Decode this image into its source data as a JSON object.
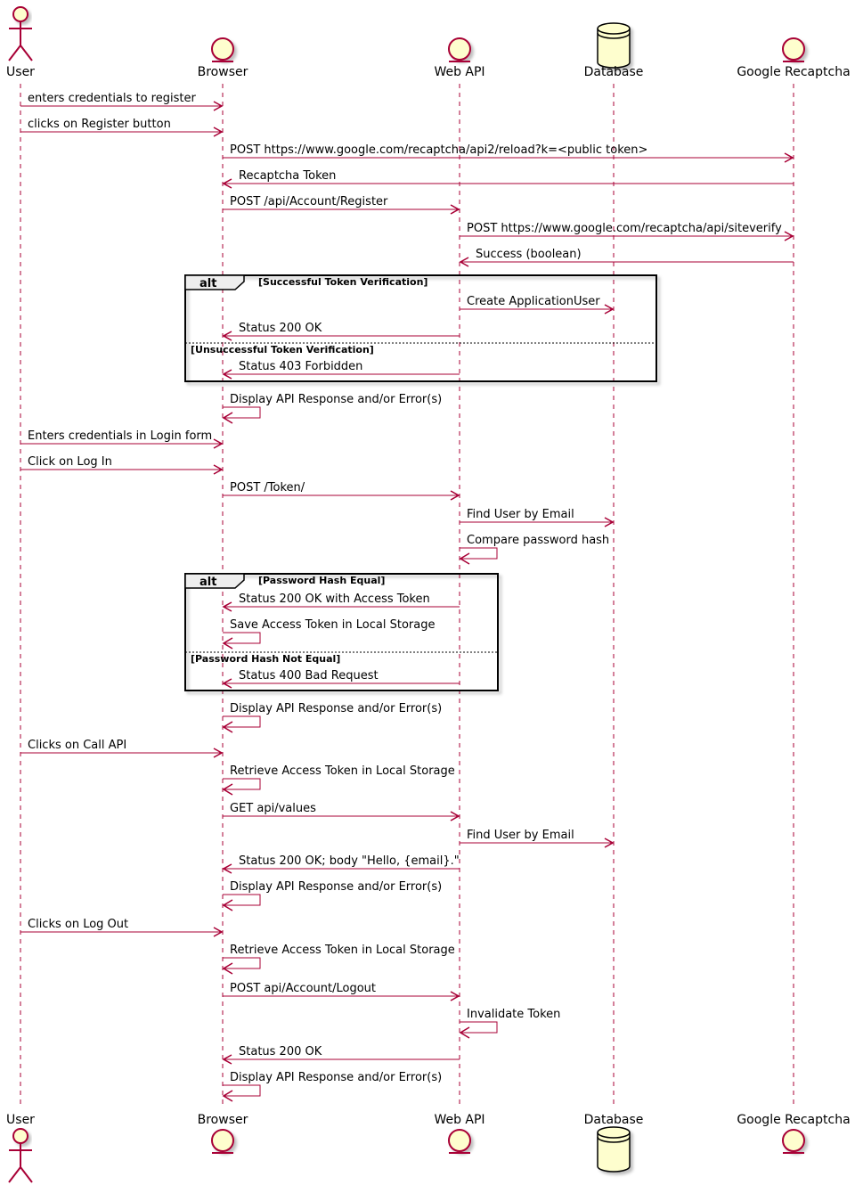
{
  "colors": {
    "arrow": "#A80036",
    "participant_fill": "#FEFECE",
    "lifeline": "#A80036",
    "frame": "#000000",
    "shadow": "#CCCCCC"
  },
  "participants": [
    {
      "id": "user",
      "label": "User",
      "kind": "actor"
    },
    {
      "id": "browser",
      "label": "Browser",
      "kind": "entity"
    },
    {
      "id": "webapi",
      "label": "Web API",
      "kind": "entity"
    },
    {
      "id": "database",
      "label": "Database",
      "kind": "database"
    },
    {
      "id": "recaptcha",
      "label": "Google Recaptcha",
      "kind": "entity"
    }
  ],
  "messages": [
    {
      "from": "user",
      "to": "browser",
      "label": "enters credentials to register"
    },
    {
      "from": "user",
      "to": "browser",
      "label": "clicks on Register button"
    },
    {
      "from": "browser",
      "to": "recaptcha",
      "label": "POST https://www.google.com/recaptcha/api2/reload?k=<public token>"
    },
    {
      "from": "recaptcha",
      "to": "browser",
      "label": "Recaptcha Token"
    },
    {
      "from": "browser",
      "to": "webapi",
      "label": "POST /api/Account/Register"
    },
    {
      "from": "webapi",
      "to": "recaptcha",
      "label": "POST https://www.google.com/recaptcha/api/siteverify"
    },
    {
      "from": "recaptcha",
      "to": "webapi",
      "label": "Success (boolean)"
    },
    {
      "from": "webapi",
      "to": "database",
      "label": "Create ApplicationUser"
    },
    {
      "from": "webapi",
      "to": "browser",
      "label": "Status 200 OK"
    },
    {
      "from": "webapi",
      "to": "browser",
      "label": "Status 403 Forbidden"
    },
    {
      "from": "browser",
      "to": "browser",
      "label": "Display API Response and/or Error(s)"
    },
    {
      "from": "user",
      "to": "browser",
      "label": "Enters credentials in Login form"
    },
    {
      "from": "user",
      "to": "browser",
      "label": "Click on Log In"
    },
    {
      "from": "browser",
      "to": "webapi",
      "label": "POST /Token/"
    },
    {
      "from": "webapi",
      "to": "database",
      "label": "Find User by Email"
    },
    {
      "from": "webapi",
      "to": "webapi",
      "label": "Compare password hash"
    },
    {
      "from": "webapi",
      "to": "browser",
      "label": "Status 200 OK with Access Token"
    },
    {
      "from": "browser",
      "to": "browser",
      "label": "Save Access Token in Local Storage"
    },
    {
      "from": "webapi",
      "to": "browser",
      "label": "Status 400 Bad Request"
    },
    {
      "from": "browser",
      "to": "browser",
      "label": "Display API Response and/or Error(s)"
    },
    {
      "from": "user",
      "to": "browser",
      "label": "Clicks on Call API"
    },
    {
      "from": "browser",
      "to": "browser",
      "label": "Retrieve Access Token in Local Storage"
    },
    {
      "from": "browser",
      "to": "webapi",
      "label": "GET api/values"
    },
    {
      "from": "webapi",
      "to": "database",
      "label": "Find User by Email"
    },
    {
      "from": "webapi",
      "to": "browser",
      "label": "Status 200 OK; body \"Hello, {email}.\""
    },
    {
      "from": "browser",
      "to": "browser",
      "label": "Display API Response and/or Error(s)"
    },
    {
      "from": "user",
      "to": "browser",
      "label": "Clicks on Log Out"
    },
    {
      "from": "browser",
      "to": "browser",
      "label": "Retrieve Access Token in Local Storage"
    },
    {
      "from": "browser",
      "to": "webapi",
      "label": "POST api/Account/Logout"
    },
    {
      "from": "webapi",
      "to": "webapi",
      "label": "Invalidate Token"
    },
    {
      "from": "webapi",
      "to": "browser",
      "label": "Status 200 OK"
    },
    {
      "from": "browser",
      "to": "browser",
      "label": "Display API Response and/or Error(s)"
    }
  ],
  "fragments": [
    {
      "kind": "alt",
      "guards": [
        "[Successful Token Verification]",
        "[Unsuccessful Token Verification]"
      ]
    },
    {
      "kind": "alt",
      "guards": [
        "[Password Hash Equal]",
        "[Password Hash Not Equal]"
      ]
    }
  ]
}
